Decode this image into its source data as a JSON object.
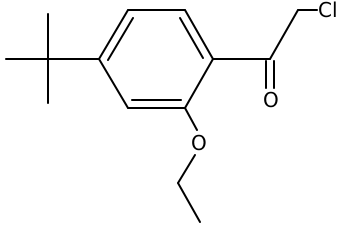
{
  "molecule": {
    "atoms": {
      "chlorine": "Cl",
      "carbonyl_oxygen": "O",
      "ether_oxygen": "O"
    },
    "colors": {
      "bond": "#000000",
      "label": "#000000",
      "background": "#ffffff"
    }
  }
}
